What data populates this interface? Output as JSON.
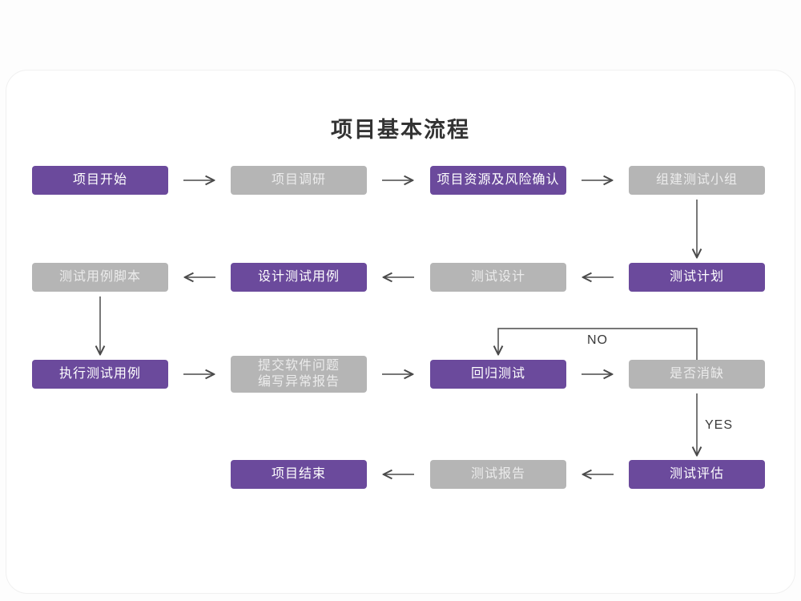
{
  "title": "项目基本流程",
  "colors": {
    "purple": "#6b4a9c",
    "gray": "#b5b5b5",
    "arrow": "#4a4a4a",
    "card_background": "#ffffff"
  },
  "labels": {
    "no": "NO",
    "yes": "YES"
  },
  "nodes": [
    {
      "id": "project-start",
      "label": "项目开始",
      "variant": "purple"
    },
    {
      "id": "project-research",
      "label": "项目调研",
      "variant": "gray"
    },
    {
      "id": "resources-risk-confirm",
      "label": "项目资源及风险确认",
      "variant": "purple"
    },
    {
      "id": "build-test-team",
      "label": "组建测试小组",
      "variant": "gray"
    },
    {
      "id": "test-plan",
      "label": "测试计划",
      "variant": "purple"
    },
    {
      "id": "test-design",
      "label": "测试设计",
      "variant": "gray"
    },
    {
      "id": "design-test-cases",
      "label": "设计测试用例",
      "variant": "purple"
    },
    {
      "id": "test-case-scripts",
      "label": "测试用例脚本",
      "variant": "gray"
    },
    {
      "id": "execute-test-cases",
      "label": "执行测试用例",
      "variant": "purple"
    },
    {
      "id": "submit-issues-report",
      "line1": "提交软件问题",
      "line2": "编写异常报告",
      "variant": "gray"
    },
    {
      "id": "regression-test",
      "label": "回归测试",
      "variant": "purple"
    },
    {
      "id": "defect-cleared-decision",
      "label": "是否消缺",
      "variant": "gray"
    },
    {
      "id": "test-evaluation",
      "label": "测试评估",
      "variant": "purple"
    },
    {
      "id": "test-report",
      "label": "测试报告",
      "variant": "gray"
    },
    {
      "id": "project-end",
      "label": "项目结束",
      "variant": "purple"
    }
  ],
  "edges": [
    {
      "from": "project-start",
      "to": "project-research"
    },
    {
      "from": "project-research",
      "to": "resources-risk-confirm"
    },
    {
      "from": "resources-risk-confirm",
      "to": "build-test-team"
    },
    {
      "from": "build-test-team",
      "to": "test-plan"
    },
    {
      "from": "test-plan",
      "to": "test-design"
    },
    {
      "from": "test-design",
      "to": "design-test-cases"
    },
    {
      "from": "design-test-cases",
      "to": "test-case-scripts"
    },
    {
      "from": "test-case-scripts",
      "to": "execute-test-cases"
    },
    {
      "from": "execute-test-cases",
      "to": "submit-issues-report"
    },
    {
      "from": "submit-issues-report",
      "to": "regression-test"
    },
    {
      "from": "regression-test",
      "to": "defect-cleared-decision"
    },
    {
      "from": "defect-cleared-decision",
      "to": "regression-test",
      "label": "NO"
    },
    {
      "from": "defect-cleared-decision",
      "to": "test-evaluation",
      "label": "YES"
    },
    {
      "from": "test-evaluation",
      "to": "test-report"
    },
    {
      "from": "test-report",
      "to": "project-end"
    }
  ]
}
